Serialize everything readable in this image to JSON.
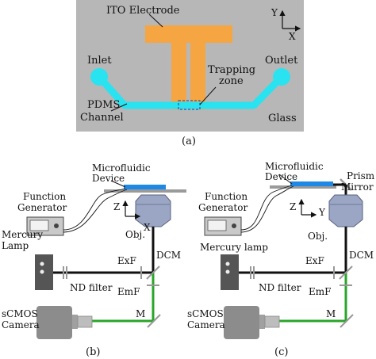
{
  "panel_a": {
    "caption": "(a)",
    "ito_label": "ITO Electrode",
    "inlet_label": "Inlet",
    "outlet_label": "Outlet",
    "trap_label_1": "Trapping",
    "trap_label_2": "zone",
    "pdms_label_1": "PDMS",
    "pdms_label_2": "Channel",
    "glass_label": "Glass",
    "axis_y": "Y",
    "axis_x": "X"
  },
  "panel_b": {
    "caption": "(b)",
    "device_1": "Microfluidic",
    "device_2": "Device",
    "func_gen_1": "Function",
    "func_gen_2": "Generator",
    "axis_z": "Z",
    "axis_x": "X",
    "obj_label": "Obj.",
    "lamp_1": "Mercury",
    "lamp_2": "Lamp",
    "dcm_label": "DCM",
    "exf_label": "ExF",
    "nd_label": "ND filter",
    "emf_label": "EmF",
    "camera_1": "sCMOS",
    "camera_2": "Camera",
    "mirror_label": "M"
  },
  "panel_c": {
    "caption": "(c)",
    "device_1": "Microfluidic",
    "device_2": "Device",
    "prism_1": "Prism",
    "prism_2": "Mirror",
    "func_gen_1": "Function",
    "func_gen_2": "Generator",
    "axis_z": "Z",
    "axis_y": "Y",
    "obj_label": "Obj.",
    "lamp_label": "Mercury lamp",
    "dcm_label": "DCM",
    "exf_label": "ExF",
    "nd_label": "ND filter",
    "emf_label": "EmF",
    "camera_1": "sCMOS",
    "camera_2": "Camera",
    "mirror_label": "M"
  },
  "colors": {
    "chip_background": "#b7b7b7",
    "electrode": "#f5a542",
    "channel": "#29e3f0",
    "emission_path": "#2aa52a",
    "excitation_path": "#111111",
    "device_blue": "#1e88e5",
    "objective": "#9aa6c4",
    "equipment_gray": "#8c8c8c"
  }
}
